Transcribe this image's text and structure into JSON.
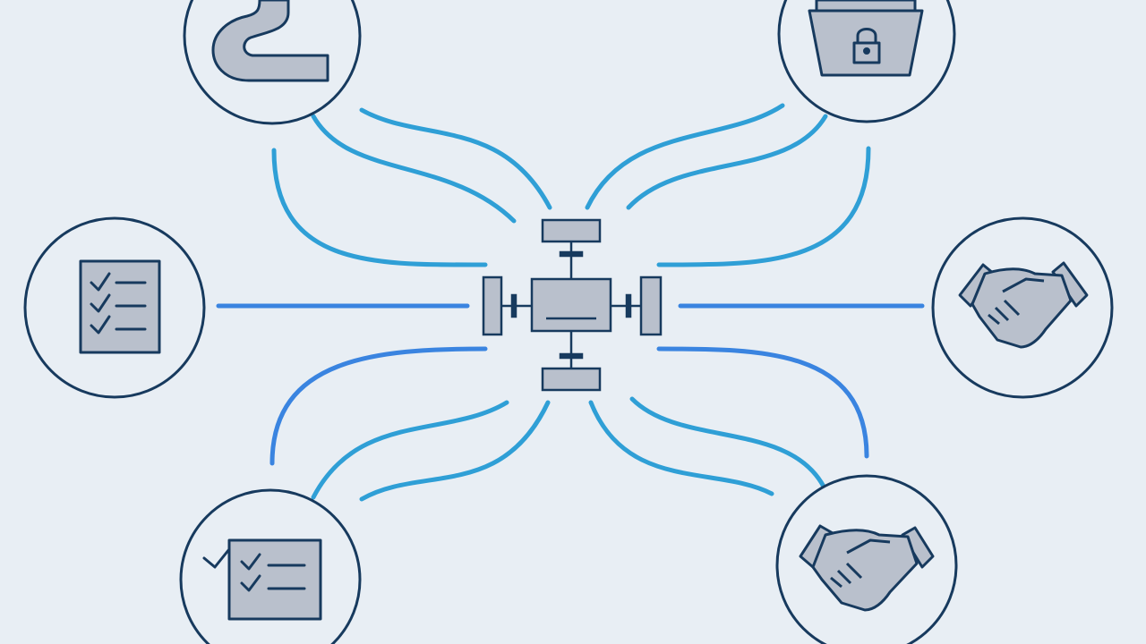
{
  "colors": {
    "background": "#e8eef4",
    "node_ring": "#173a5e",
    "node_fill": "#e8eef4",
    "icon_fill": "#b9c0cc",
    "icon_stroke": "#173a5e",
    "connector_cyan": "#2f9fd6",
    "connector_blue": "#3a84e0"
  },
  "hub": {
    "icon": "central-connector-hub-icon"
  },
  "nodes": [
    {
      "id": "pipe",
      "icon": "pipe-bend-icon"
    },
    {
      "id": "secure-box",
      "icon": "padlock-container-icon"
    },
    {
      "id": "checklist-left",
      "icon": "checklist-icon"
    },
    {
      "id": "handshake-right",
      "icon": "handshake-icon"
    },
    {
      "id": "checklist-bottom",
      "icon": "checklist-checkmarks-icon"
    },
    {
      "id": "handshake-bottom",
      "icon": "handshake-icon"
    }
  ]
}
